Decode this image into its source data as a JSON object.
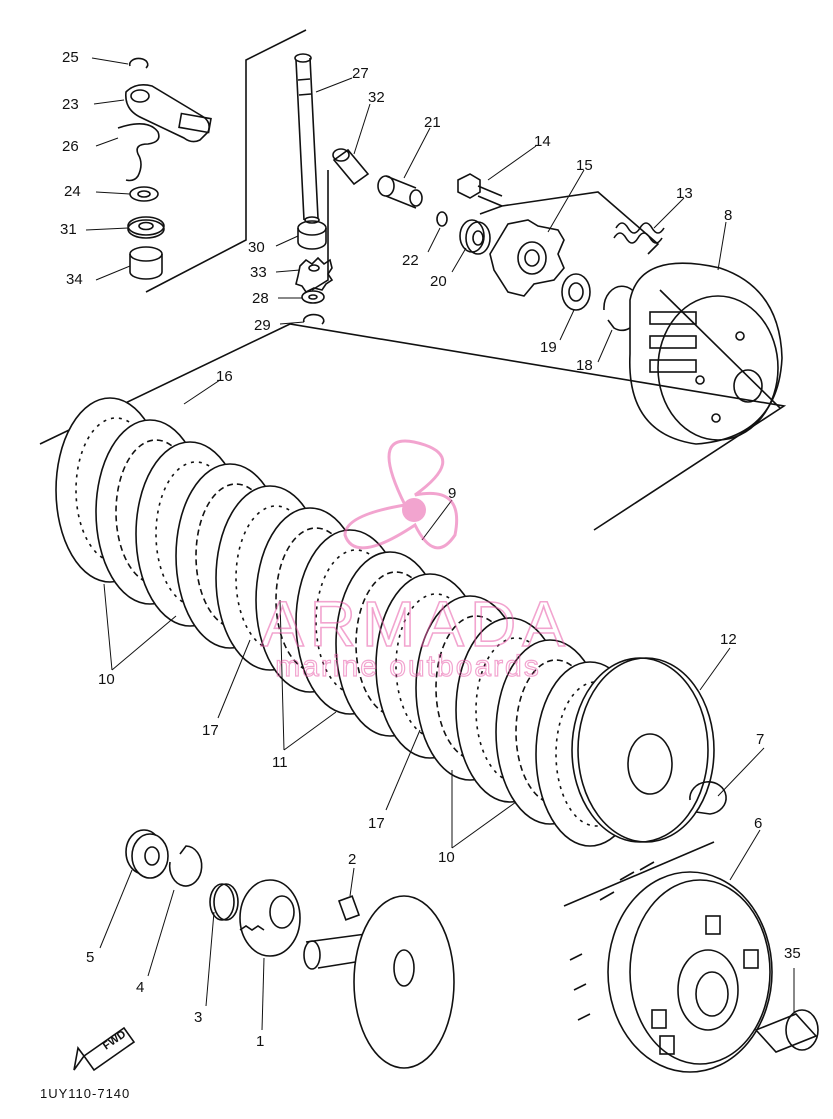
{
  "callouts": [
    "25",
    "23",
    "26",
    "24",
    "31",
    "34",
    "27",
    "32",
    "21",
    "14",
    "15",
    "13",
    "8",
    "30",
    "33",
    "28",
    "29",
    "22",
    "20",
    "19",
    "18",
    "16",
    "9",
    "10",
    "17",
    "11",
    "17",
    "10",
    "12",
    "7",
    "6",
    "2",
    "5",
    "4",
    "3",
    "1",
    "35"
  ],
  "fwd_label": "FWD",
  "footer_code": "1UY110-7140",
  "watermark": {
    "title": "ARMADA",
    "subtitle": "marine outboards"
  },
  "colors": {
    "ink": "#111111",
    "watermark": "#e85aa8"
  }
}
